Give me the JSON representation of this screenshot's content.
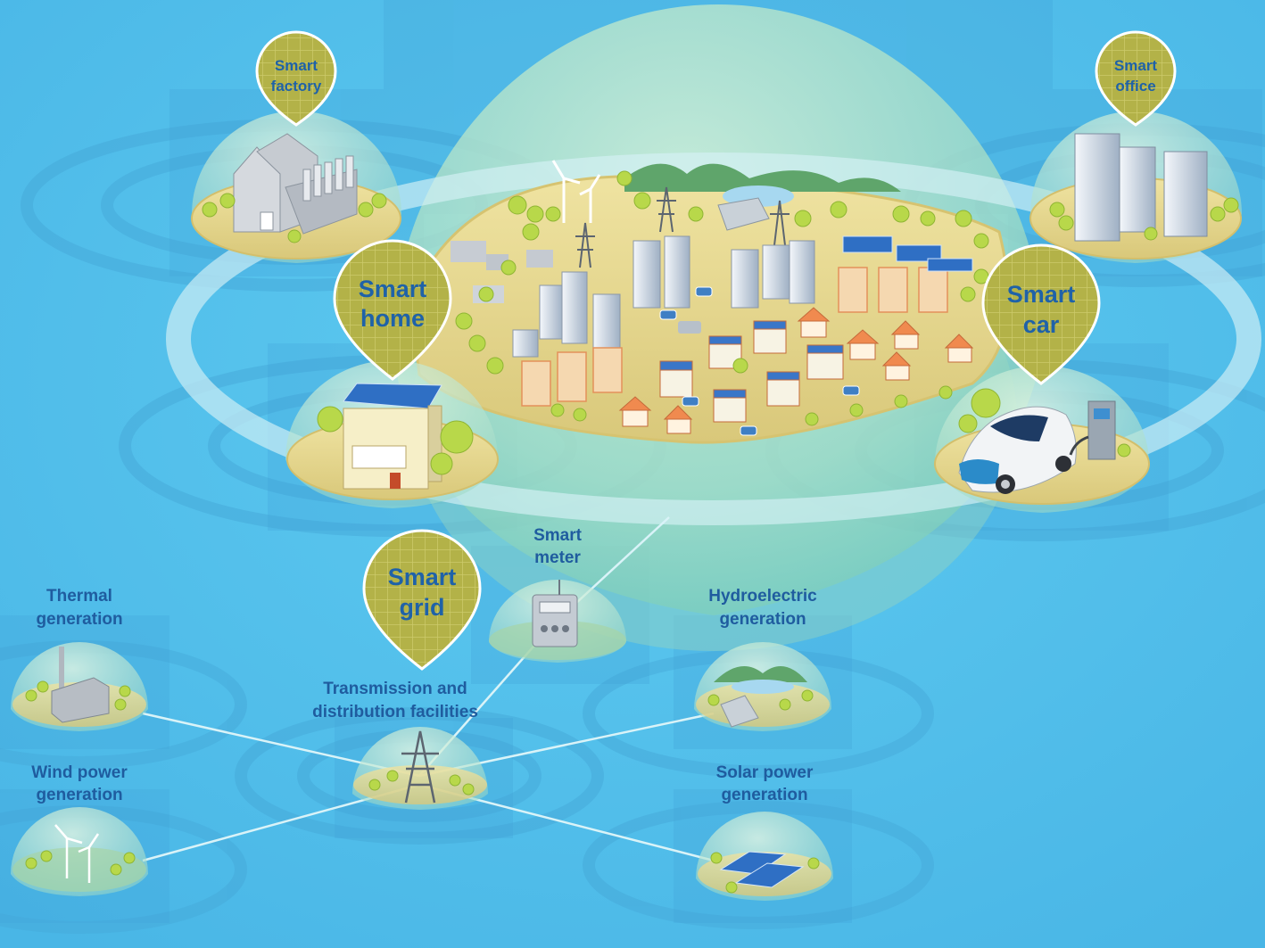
{
  "colors": {
    "background": "#56c2ec",
    "label_text": "#1f5c9f",
    "pin_fill": "#b6b44a",
    "ground": "#e7d98f",
    "dome": "#bfe8c0",
    "solar_panel": "#2f6fc4"
  },
  "pins": {
    "smart_factory": [
      "Smart",
      "factory"
    ],
    "smart_office": [
      "Smart",
      "office"
    ],
    "smart_home": [
      "Smart",
      "home"
    ],
    "smart_car": [
      "Smart",
      "car"
    ],
    "smart_grid": [
      "Smart",
      "grid"
    ]
  },
  "captions": {
    "smart_meter": [
      "Smart",
      "meter"
    ],
    "thermal": [
      "Thermal",
      "generation"
    ],
    "hydro": [
      "Hydroelectric",
      "generation"
    ],
    "transmission": [
      "Transmission and",
      "distribution facilities"
    ],
    "wind": [
      "Wind power",
      "generation"
    ],
    "solar": [
      "Solar power",
      "generation"
    ]
  },
  "icons": [
    "factory-icon",
    "office-building-icon",
    "house-icon",
    "electric-car-icon",
    "charging-station-icon",
    "smart-meter-icon",
    "thermal-plant-icon",
    "dam-icon",
    "power-pylon-icon",
    "wind-turbine-icon",
    "solar-panel-icon"
  ]
}
